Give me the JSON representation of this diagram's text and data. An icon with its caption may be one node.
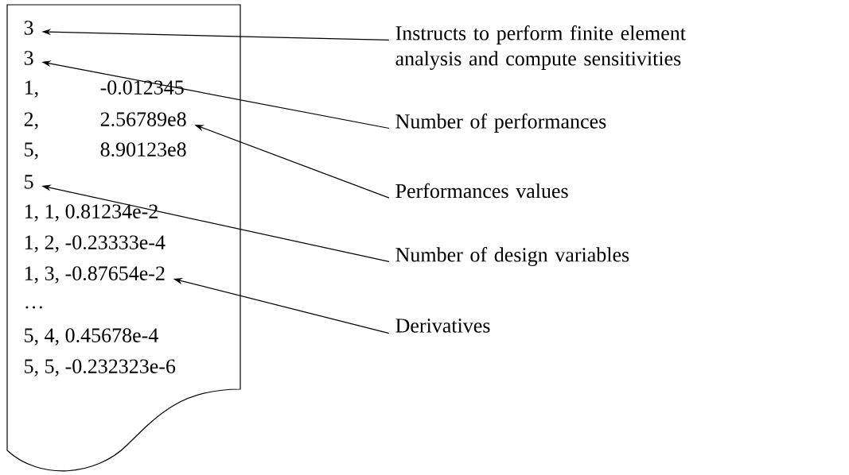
{
  "diagram": {
    "nodes": [
      {
        "text": [],
        "shape": "document"
      },
      {
        "text": [
          "3"
        ],
        "in": 0
      },
      {
        "text": [
          "3"
        ],
        "in": 0
      },
      {
        "text": [
          "1,",
          "-0.012345"
        ],
        "in": 0
      },
      {
        "text": [
          "2,",
          "2.56789e8"
        ],
        "in": 0
      },
      {
        "text": [
          "5,",
          "8.90123e8"
        ],
        "in": 0
      },
      {
        "text": [
          "5"
        ],
        "in": 0
      },
      {
        "text": [
          "1, 1, 0.81234e-2"
        ],
        "in": 0
      },
      {
        "text": [
          "1, 2, -0.23333e-4"
        ],
        "in": 0
      },
      {
        "text": [
          "1, 3, -0.87654e-2"
        ],
        "in": 0
      },
      {
        "text": [
          "…"
        ],
        "in": 0
      },
      {
        "text": [
          "5, 4, 0.45678e-4"
        ],
        "in": 0
      },
      {
        "text": [
          "5, 5, -0.232323e-6"
        ],
        "in": 0
      },
      {
        "text": [
          "Instructs to perform finite element analysis and compute sensitivities"
        ]
      },
      {
        "text": [
          "Number of performances"
        ]
      },
      {
        "text": [
          "Performances values"
        ]
      },
      {
        "text": [
          "Number of design variables"
        ]
      },
      {
        "text": [
          "Derivatives"
        ]
      }
    ],
    "edges": [
      {
        "from": 13,
        "to": 1,
        "arrow": "to"
      },
      {
        "from": 14,
        "to": 2,
        "arrow": "to"
      },
      {
        "from": 15,
        "to": 4,
        "arrow": "to"
      },
      {
        "from": 16,
        "to": 6,
        "arrow": "to"
      },
      {
        "from": 17,
        "to": 9,
        "arrow": "to"
      }
    ]
  }
}
